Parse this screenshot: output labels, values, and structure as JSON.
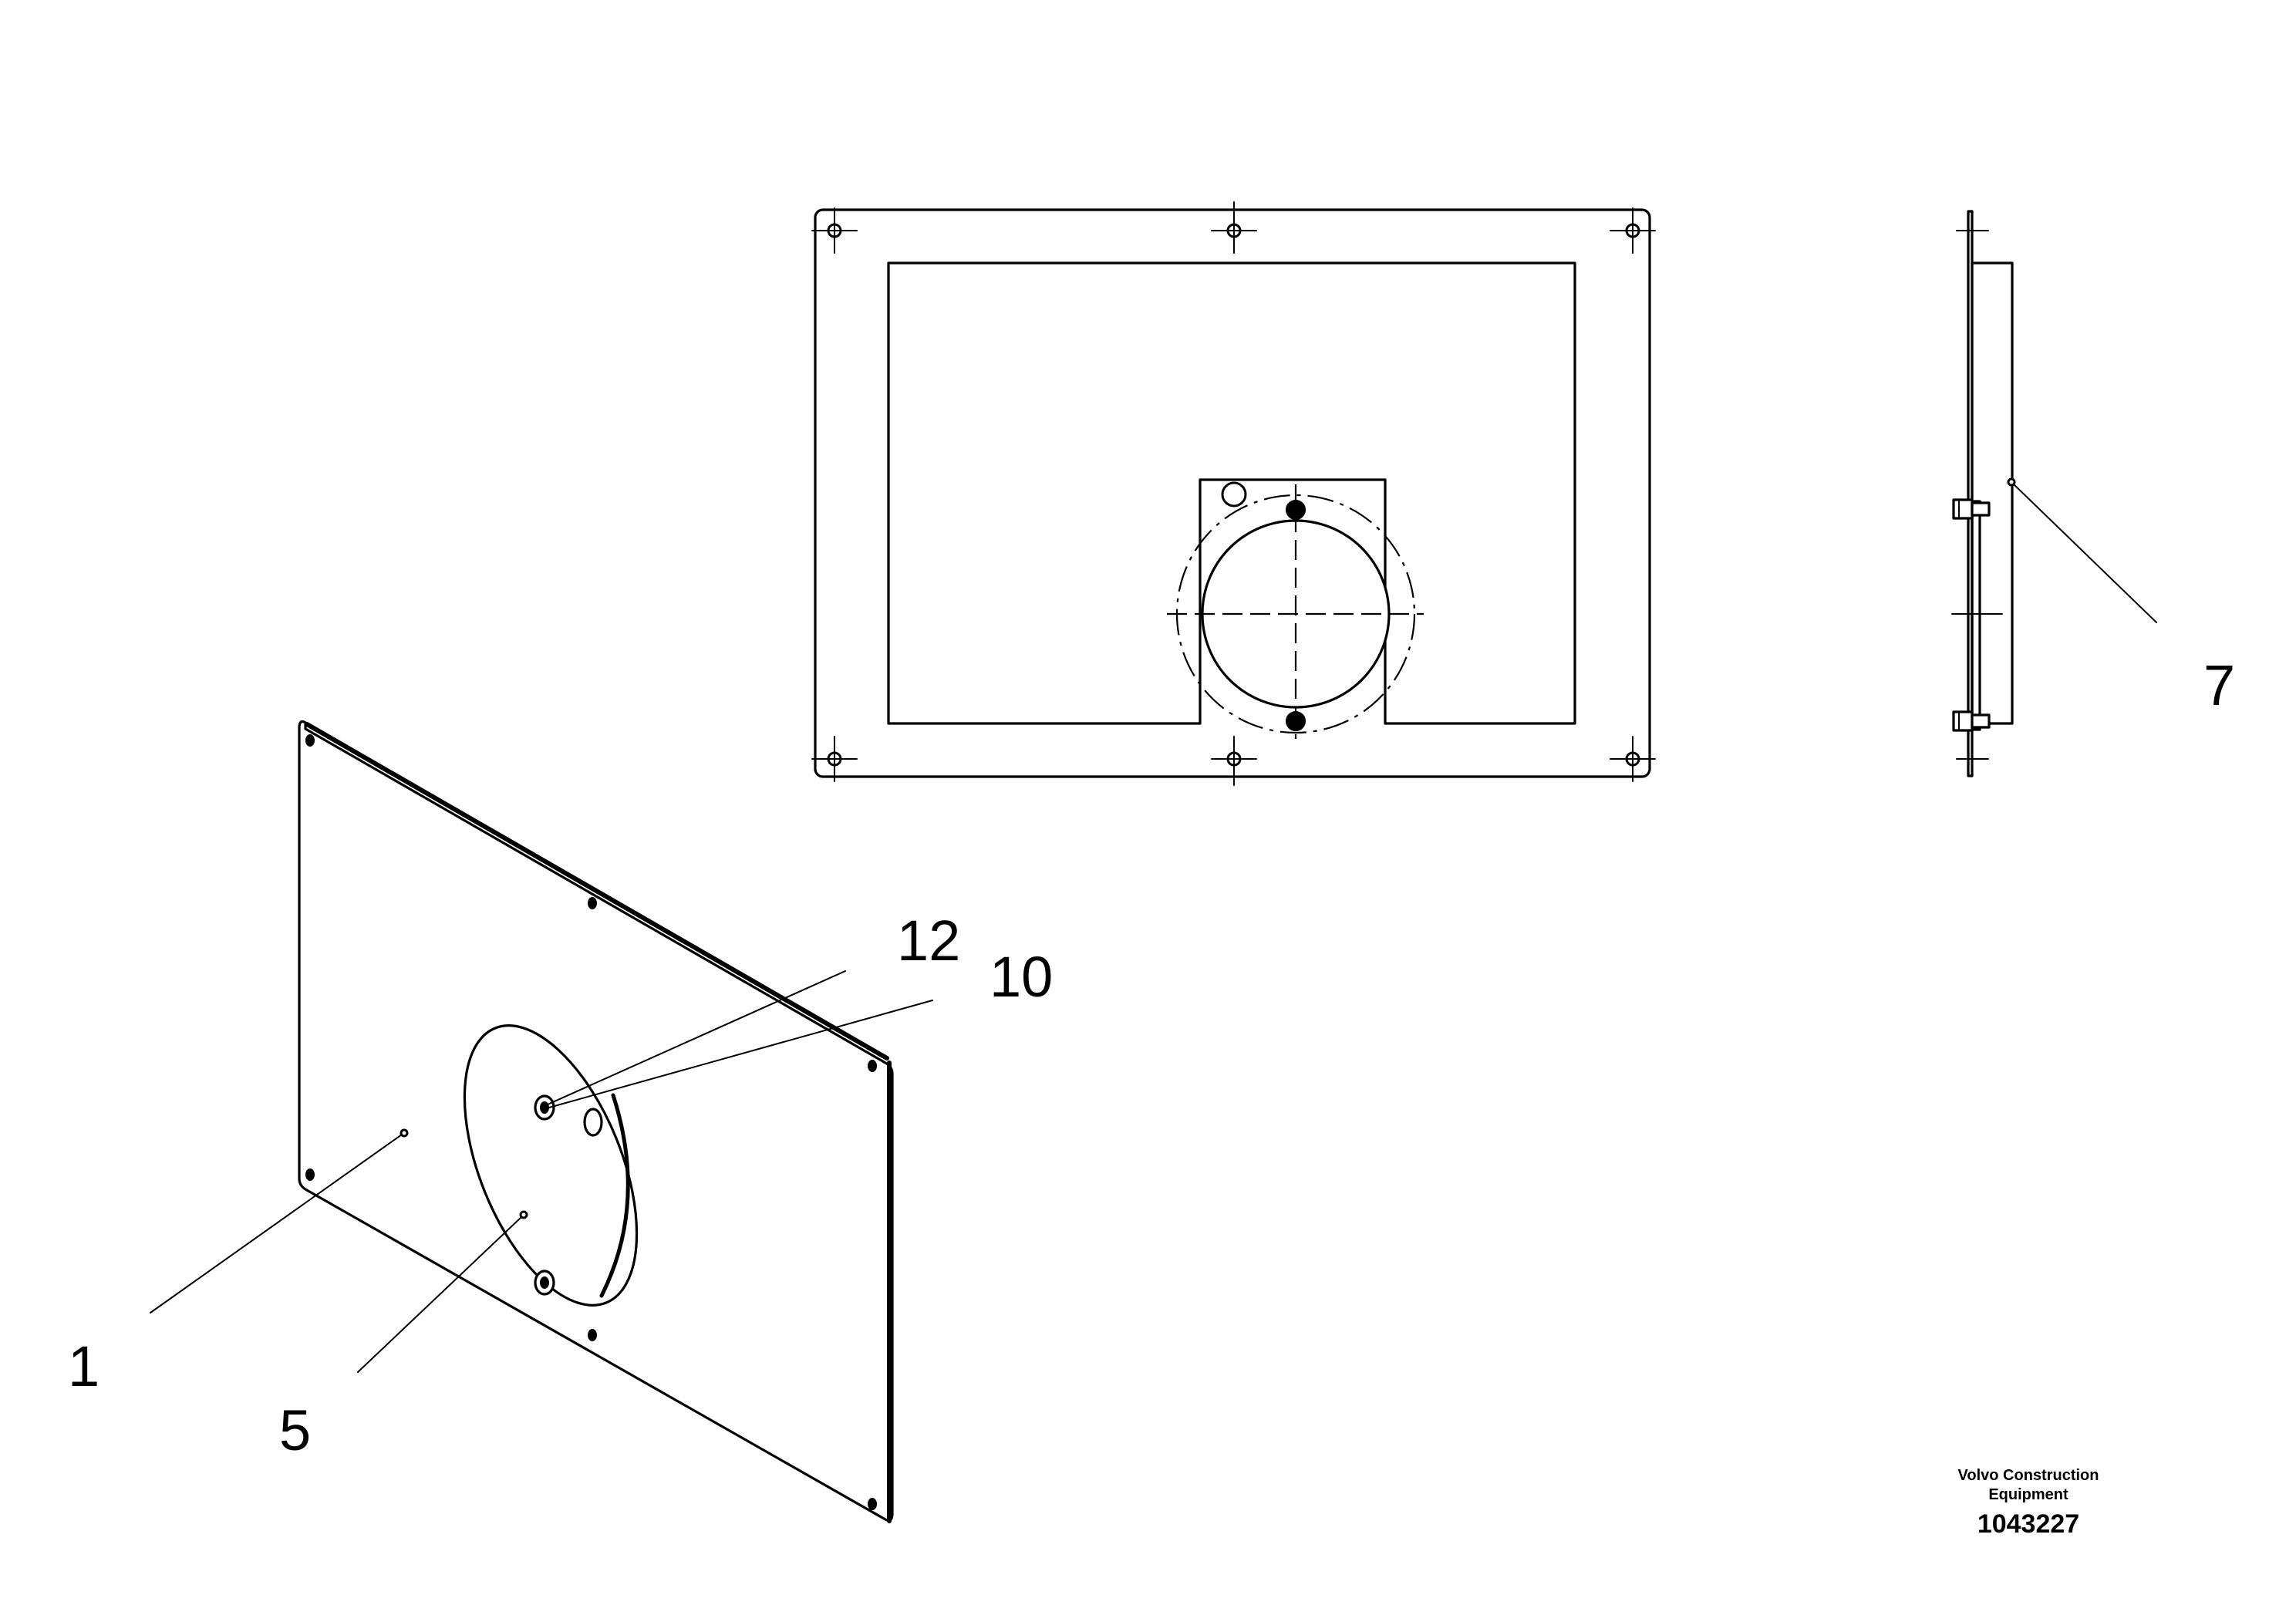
{
  "callouts": [
    {
      "id": "1",
      "label": "1"
    },
    {
      "id": "5",
      "label": "5"
    },
    {
      "id": "7",
      "label": "7"
    },
    {
      "id": "10",
      "label": "10"
    },
    {
      "id": "12",
      "label": "12"
    }
  ],
  "caption": {
    "company_line1": "Volvo Construction",
    "company_line2": "Equipment",
    "drawing_number": "1043227"
  }
}
